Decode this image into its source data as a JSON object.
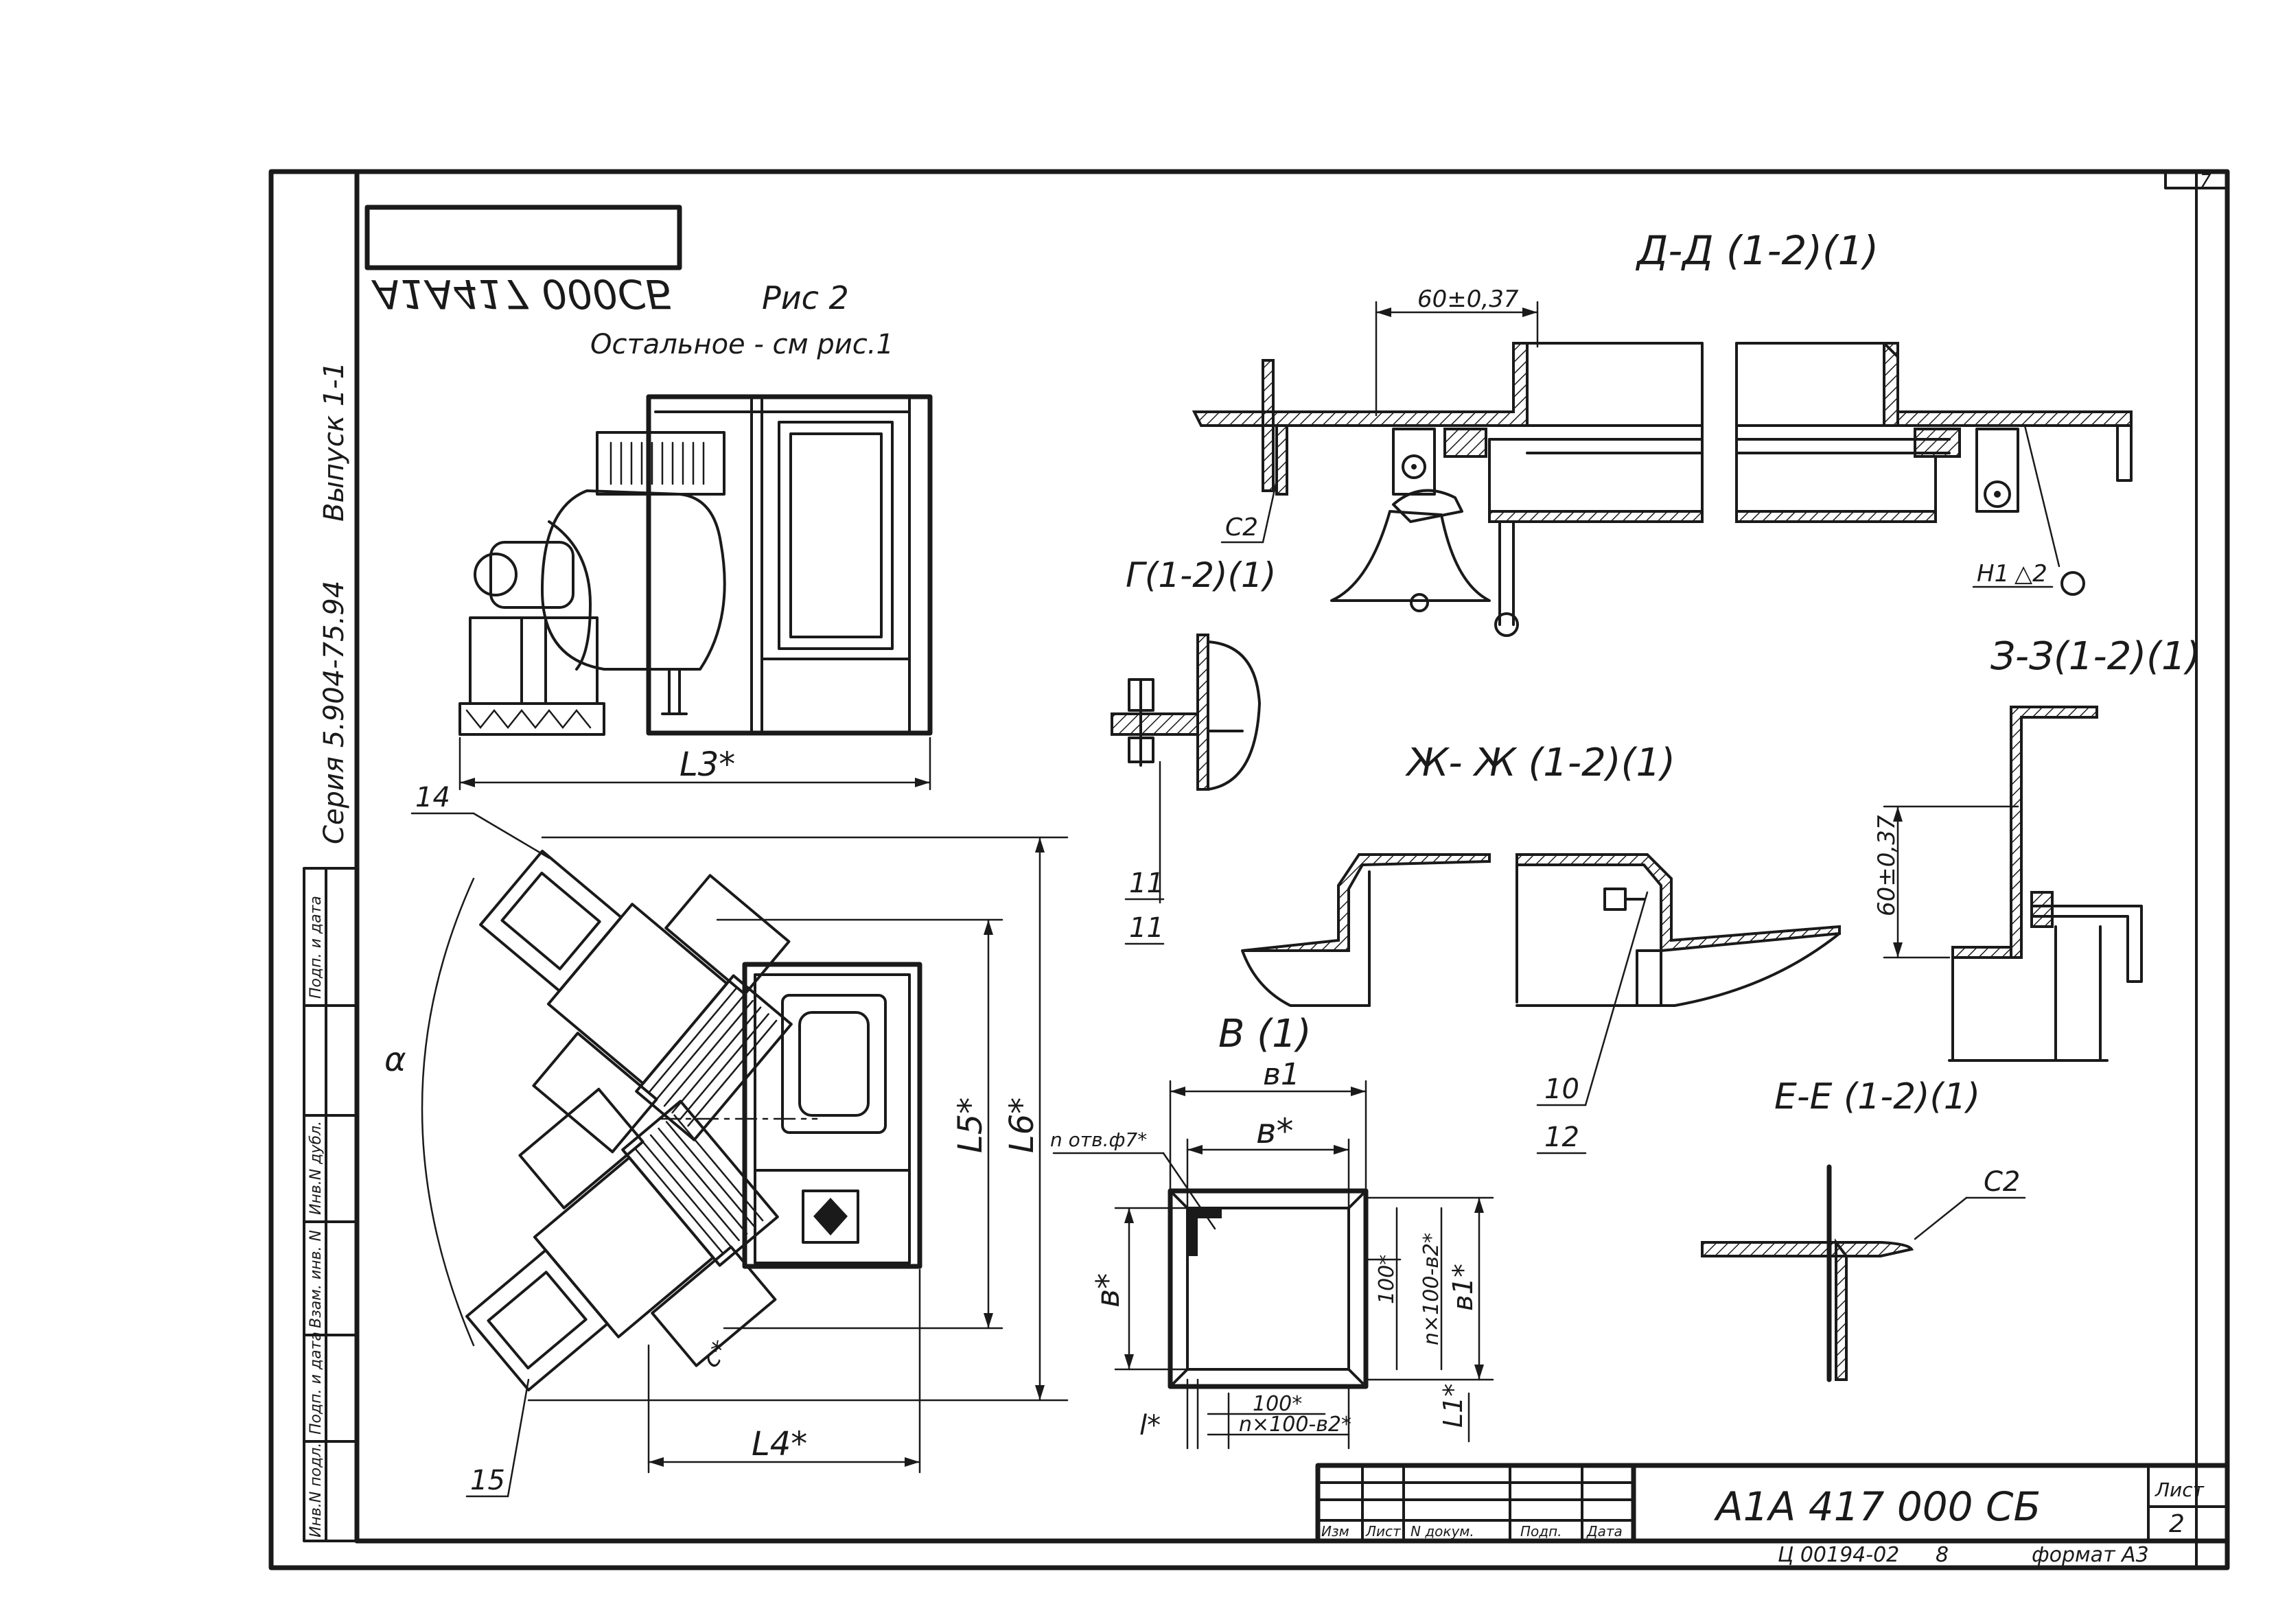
{
  "document": {
    "code_mirrored": "A1A417 000CБ",
    "code_title": "A1A 417 000 СБ",
    "sheet_label": "Лист",
    "sheet_number": "2",
    "corner_sheet": "7",
    "bottom_code": "Ц 00194-02",
    "bottom_code_num": "8",
    "format": "формат А3",
    "series": "Серия 5.904-75.94",
    "issue": "Выпуск 1-1"
  },
  "figure": {
    "title": "Рис 2",
    "note": "Остальное - см рис.1"
  },
  "sections": {
    "dd": "Д-Д (1-2)(1)",
    "g": "Г(1-2)(1)",
    "zz": "З-З(1-2)(1)",
    "zhzh": "Ж- Ж (1-2)(1)",
    "v": "В (1)",
    "ee": "Е-Е (1-2)(1)"
  },
  "dimensions": {
    "dd_width": "60±0,37",
    "zz_height": "60±0,37",
    "l3": "L3*",
    "l4": "L4*",
    "l5": "L5*",
    "l6": "L6*",
    "alpha": "α",
    "b1": "в1",
    "b_star": "в*",
    "b_side": "в*",
    "b1_side": "в1*",
    "holes": "n отв.ф7*",
    "pitch_100_v": "100*",
    "pitch_n_v": "n×100-в2*",
    "pitch_100_h": "100*",
    "pitch_n_h": "n×100-в2*",
    "l1": "L1*",
    "l_small": "l*",
    "c_star": "c*"
  },
  "callouts": {
    "c2_top": "С2",
    "c2_bottom": "С2",
    "h1": "Н1",
    "weld": "△2",
    "p14": "14",
    "p15": "15",
    "p11a": "11",
    "p11b": "11",
    "p10": "10",
    "p12": "12"
  },
  "side_stamp": {
    "cells": [
      "Инв.N подл.",
      "Подп. и дата",
      "Взам. инв. N",
      "Инв.N дубл.",
      "Подп. и дата"
    ]
  },
  "title_block": {
    "headers": [
      "Изм",
      "Лист",
      "N докум.",
      "Подп.",
      "Дата"
    ]
  }
}
